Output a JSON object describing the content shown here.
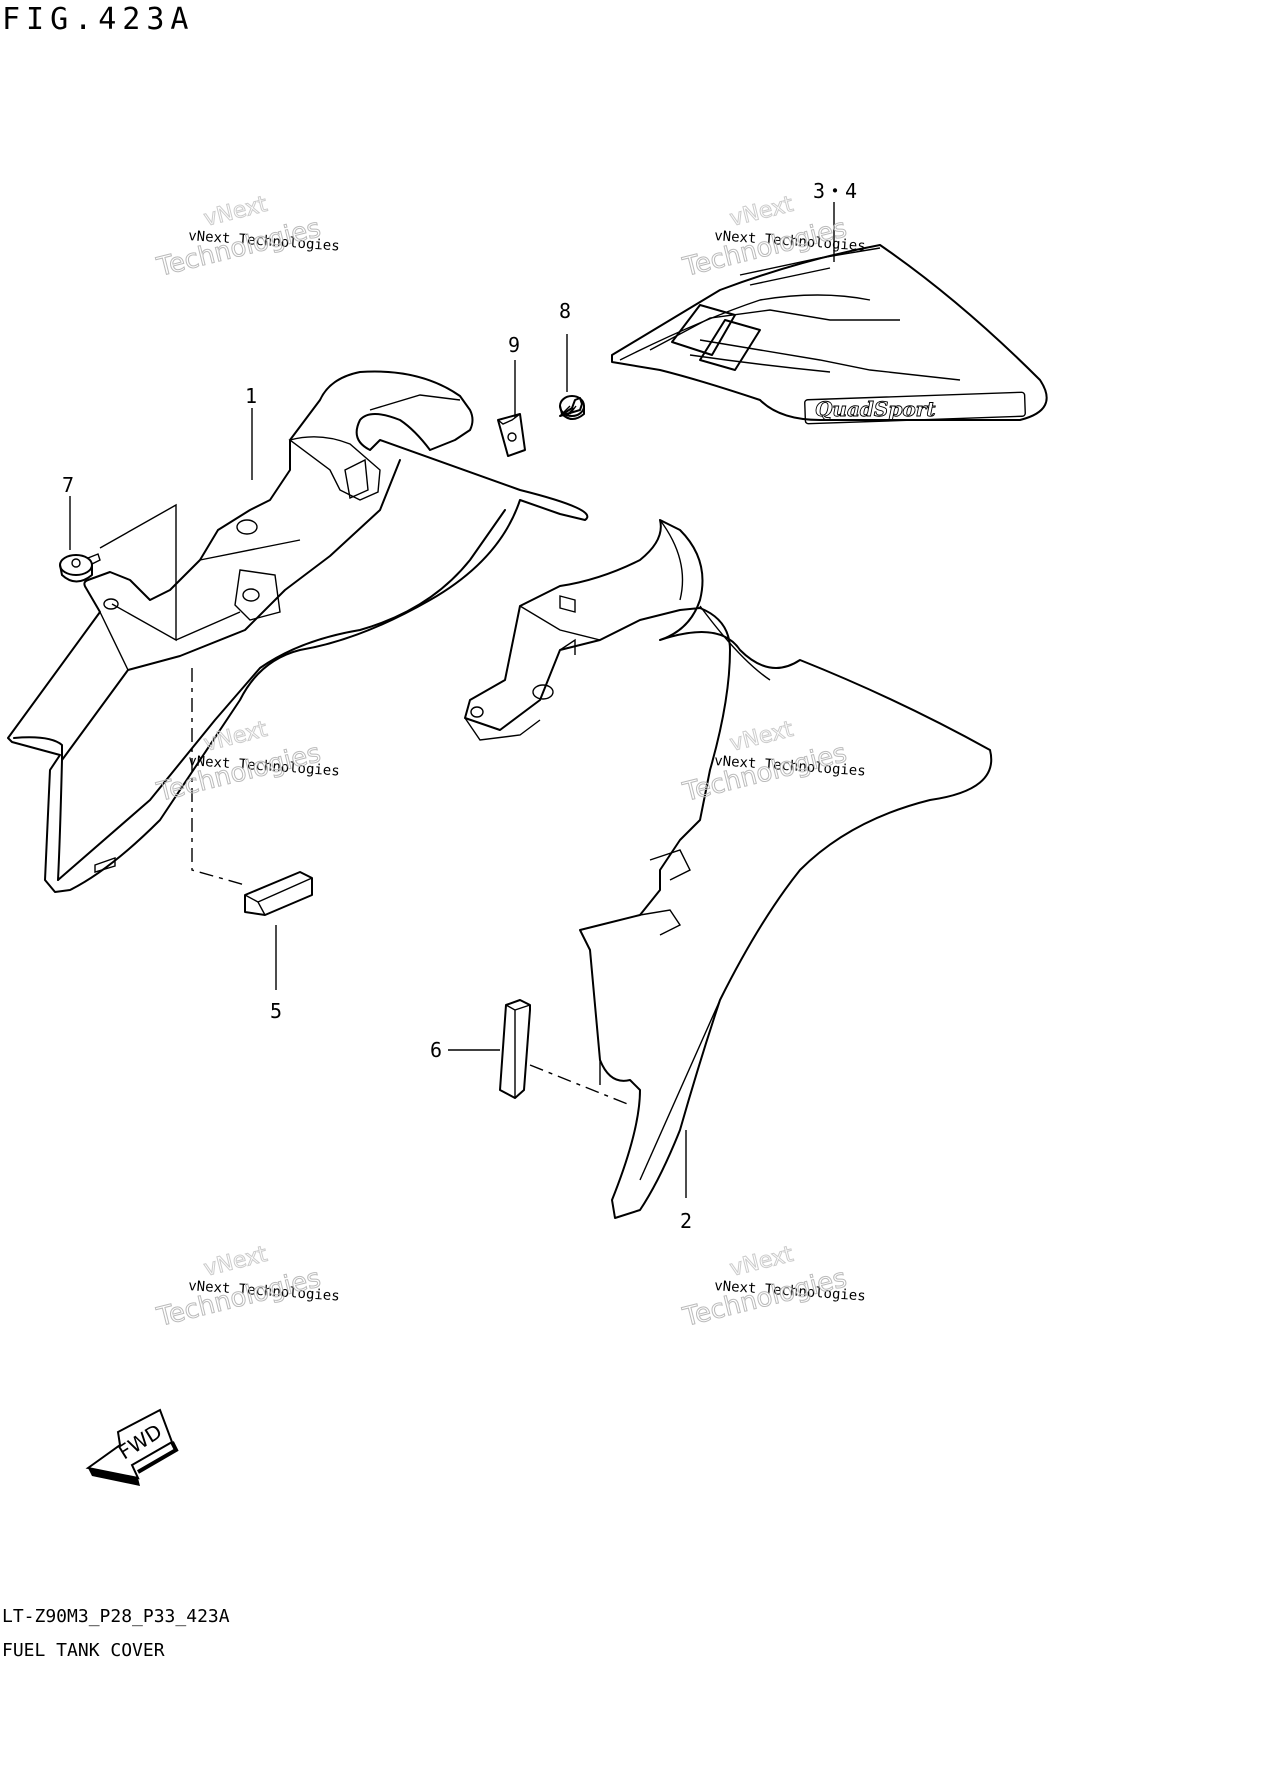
{
  "figure": {
    "title": "FIG.423A",
    "drawing_code": "LT-Z90M3_P28_P33_423A",
    "description": "FUEL TANK COVER"
  },
  "callouts": [
    {
      "id": "callout-1",
      "label": "1"
    },
    {
      "id": "callout-2",
      "label": "2"
    },
    {
      "id": "callout-3-4",
      "label": "3・4"
    },
    {
      "id": "callout-5",
      "label": "5"
    },
    {
      "id": "callout-6",
      "label": "6"
    },
    {
      "id": "callout-7",
      "label": "7"
    },
    {
      "id": "callout-8",
      "label": "8"
    },
    {
      "id": "callout-9",
      "label": "9"
    }
  ],
  "watermark": {
    "line_small": "vNext Technologies",
    "line_top": "vNext",
    "line_big": "Technologies"
  },
  "decal": {
    "logo_text": "QuadSport"
  },
  "direction_arrow": {
    "label": "FWD"
  }
}
